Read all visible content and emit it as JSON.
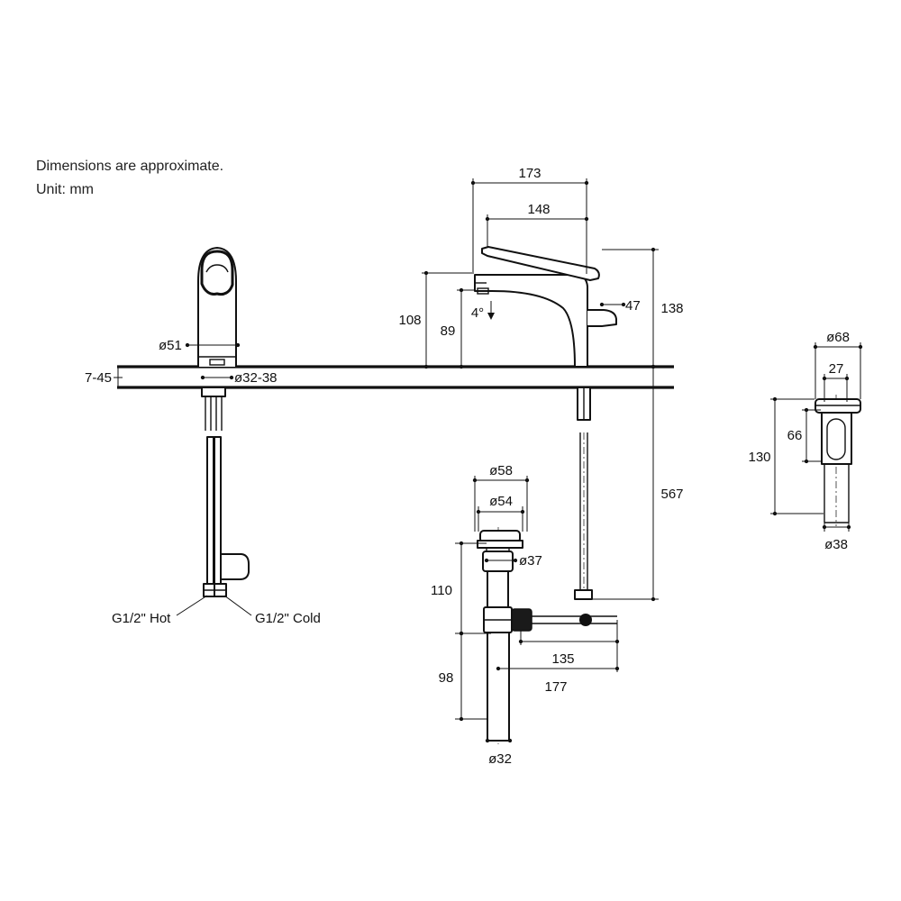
{
  "notes": {
    "disclaimer": "Dimensions are approximate.",
    "unit": "Unit: mm"
  },
  "side_view": {
    "body_diameter": "ø51",
    "deck_thickness": "7-45",
    "hole_diameter": "ø32-38",
    "hot_inlet": "G1/2\" Hot",
    "cold_inlet": "G1/2\" Cold"
  },
  "front_view": {
    "overall_depth": "173",
    "spout_reach": "148",
    "overall_height": "138",
    "side_offset": "47",
    "spout_height": "108",
    "outlet_height": "89",
    "spout_angle": "4°",
    "hose_length": "567"
  },
  "drain": {
    "cap_outer": "ø58",
    "cap_inner": "ø54",
    "body": "ø37",
    "upper_length": "110",
    "lower_length": "98",
    "rod_short": "135",
    "rod_long": "177",
    "tail": "ø32"
  },
  "detail": {
    "flange": "ø68",
    "bore": "27",
    "body_height": "66",
    "total_height": "130",
    "tube": "ø38"
  }
}
